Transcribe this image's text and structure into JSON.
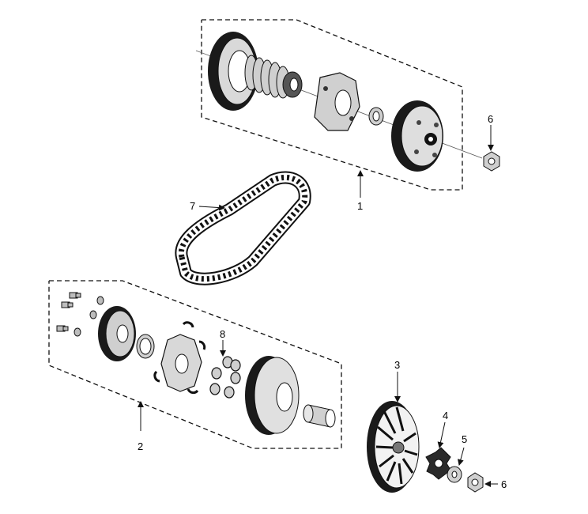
{
  "callouts": {
    "c1": "1",
    "c2": "2",
    "c3": "3",
    "c4": "4",
    "c5": "5",
    "c6a": "6",
    "c6b": "6",
    "c7": "7",
    "c8": "8"
  },
  "colors": {
    "ink": "#111111",
    "dark_fill": "#1a1a1a",
    "mid_gray": "#8a8a8a",
    "light_gray": "#d9d9d9",
    "background": "#ffffff"
  }
}
